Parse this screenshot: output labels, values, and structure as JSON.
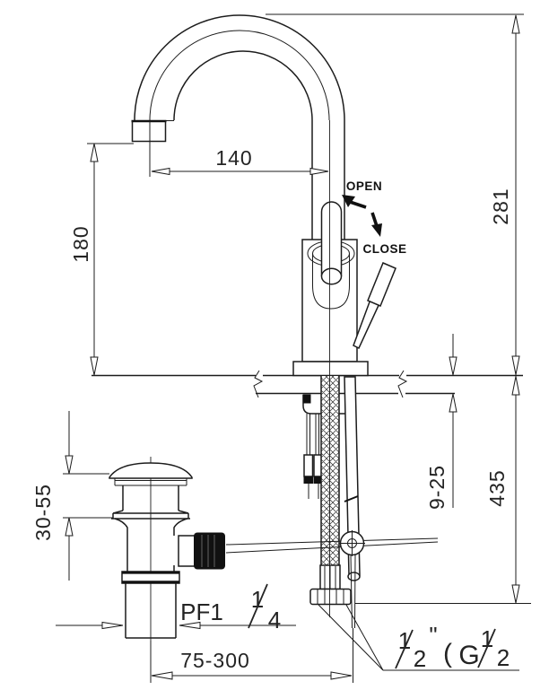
{
  "drawing_title": "single-hole basin mixer faucet installation diagram",
  "colors": {
    "line": "#1c1c1c",
    "background": "#ffffff"
  },
  "dimensions": {
    "spout_reach": "140",
    "outlet_height": "180",
    "overall_height": "281",
    "hose_length": "435",
    "deck_thickness": "9-25",
    "popup_travel": "30-55",
    "popup_rod_span": "75-300"
  },
  "labels": {
    "open": "OPEN",
    "close": "CLOSE"
  },
  "drain_thread": {
    "prefix": "PF1",
    "numerator": "1",
    "denominator": "4"
  },
  "supply_thread": {
    "numerator1": "1",
    "denominator1": "2",
    "quote": "\"",
    "paren": "(",
    "g": "G",
    "numerator2": "1",
    "denominator2": "2"
  }
}
